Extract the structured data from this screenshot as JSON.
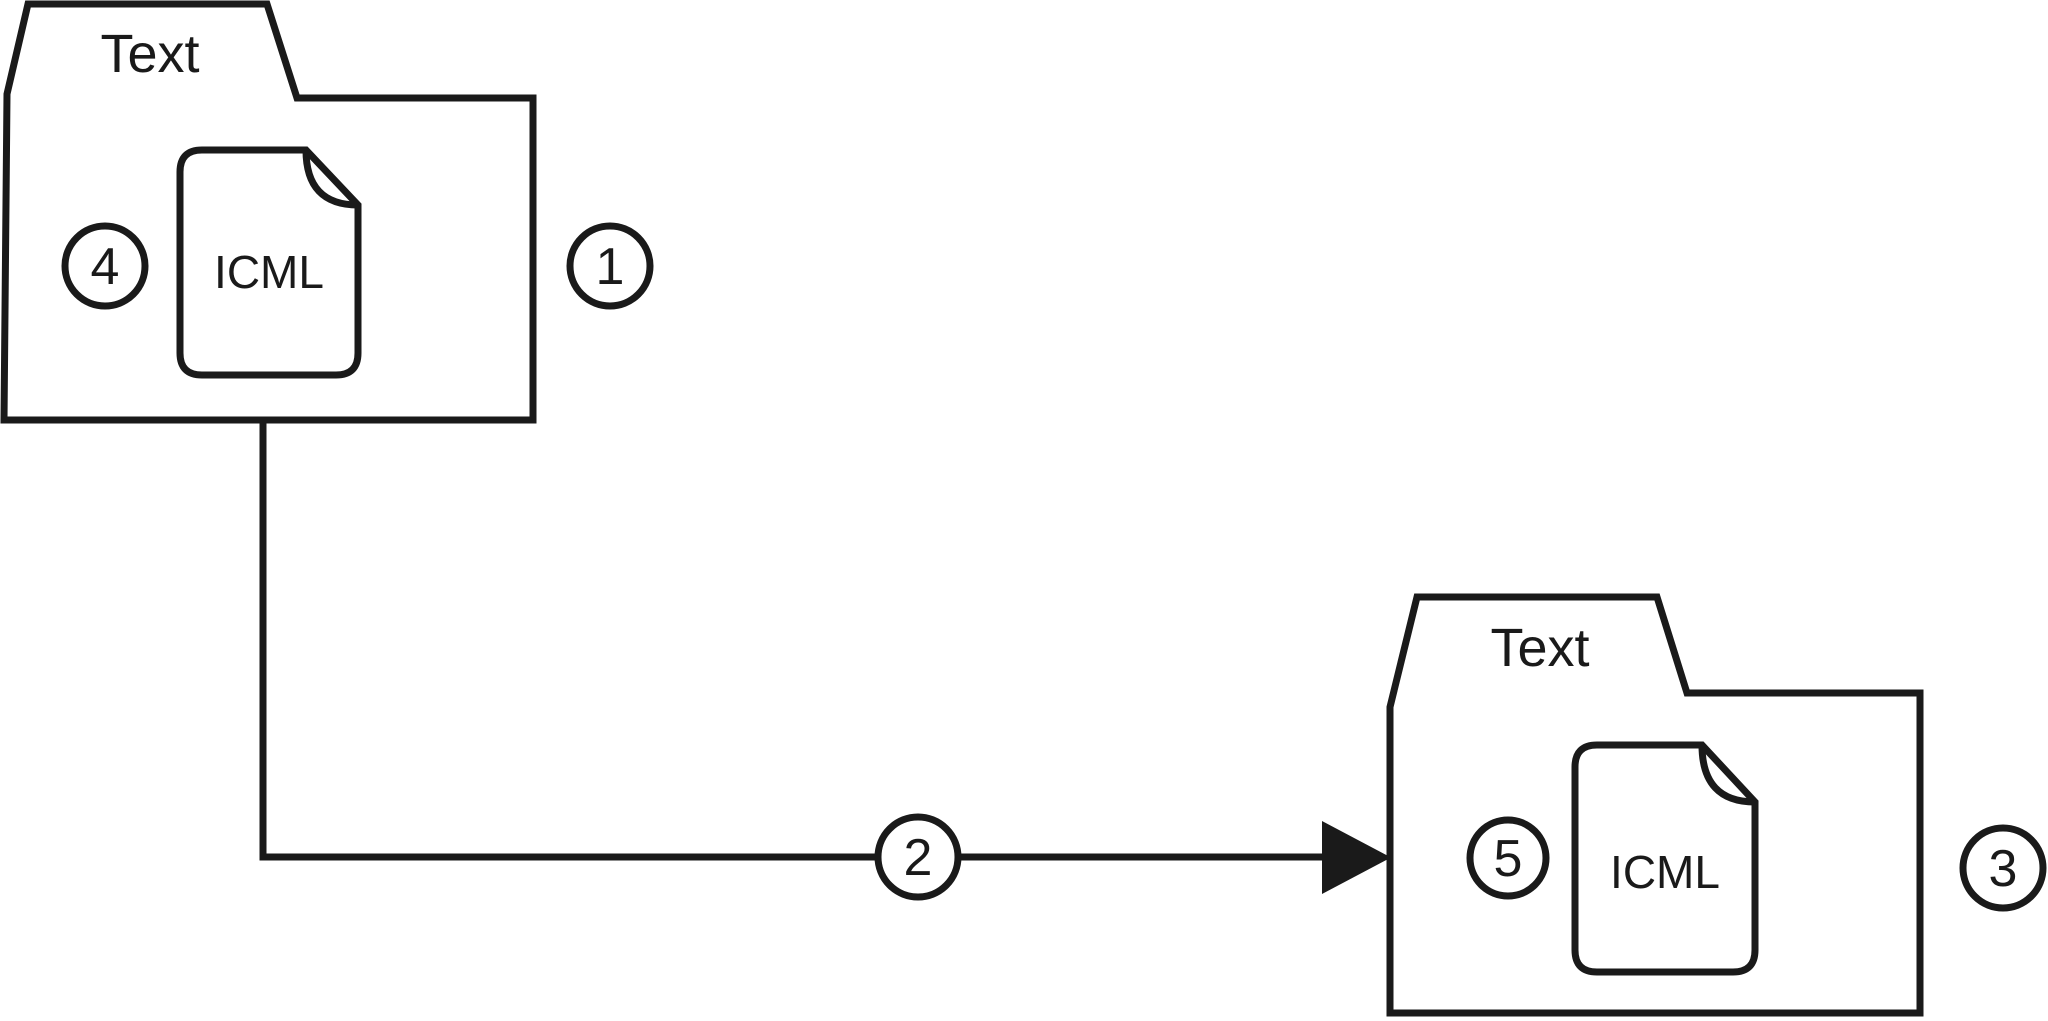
{
  "diagram": {
    "background": "#ffffff",
    "line_color": "#1a1a1a",
    "source": {
      "folder_label": "Text",
      "file_label": "ICML",
      "file_badge": "4",
      "folder_badge": "1"
    },
    "flow": {
      "badge": "2"
    },
    "target": {
      "folder_label": "Text",
      "file_label": "ICML",
      "file_badge": "5",
      "folder_badge": "3"
    }
  }
}
